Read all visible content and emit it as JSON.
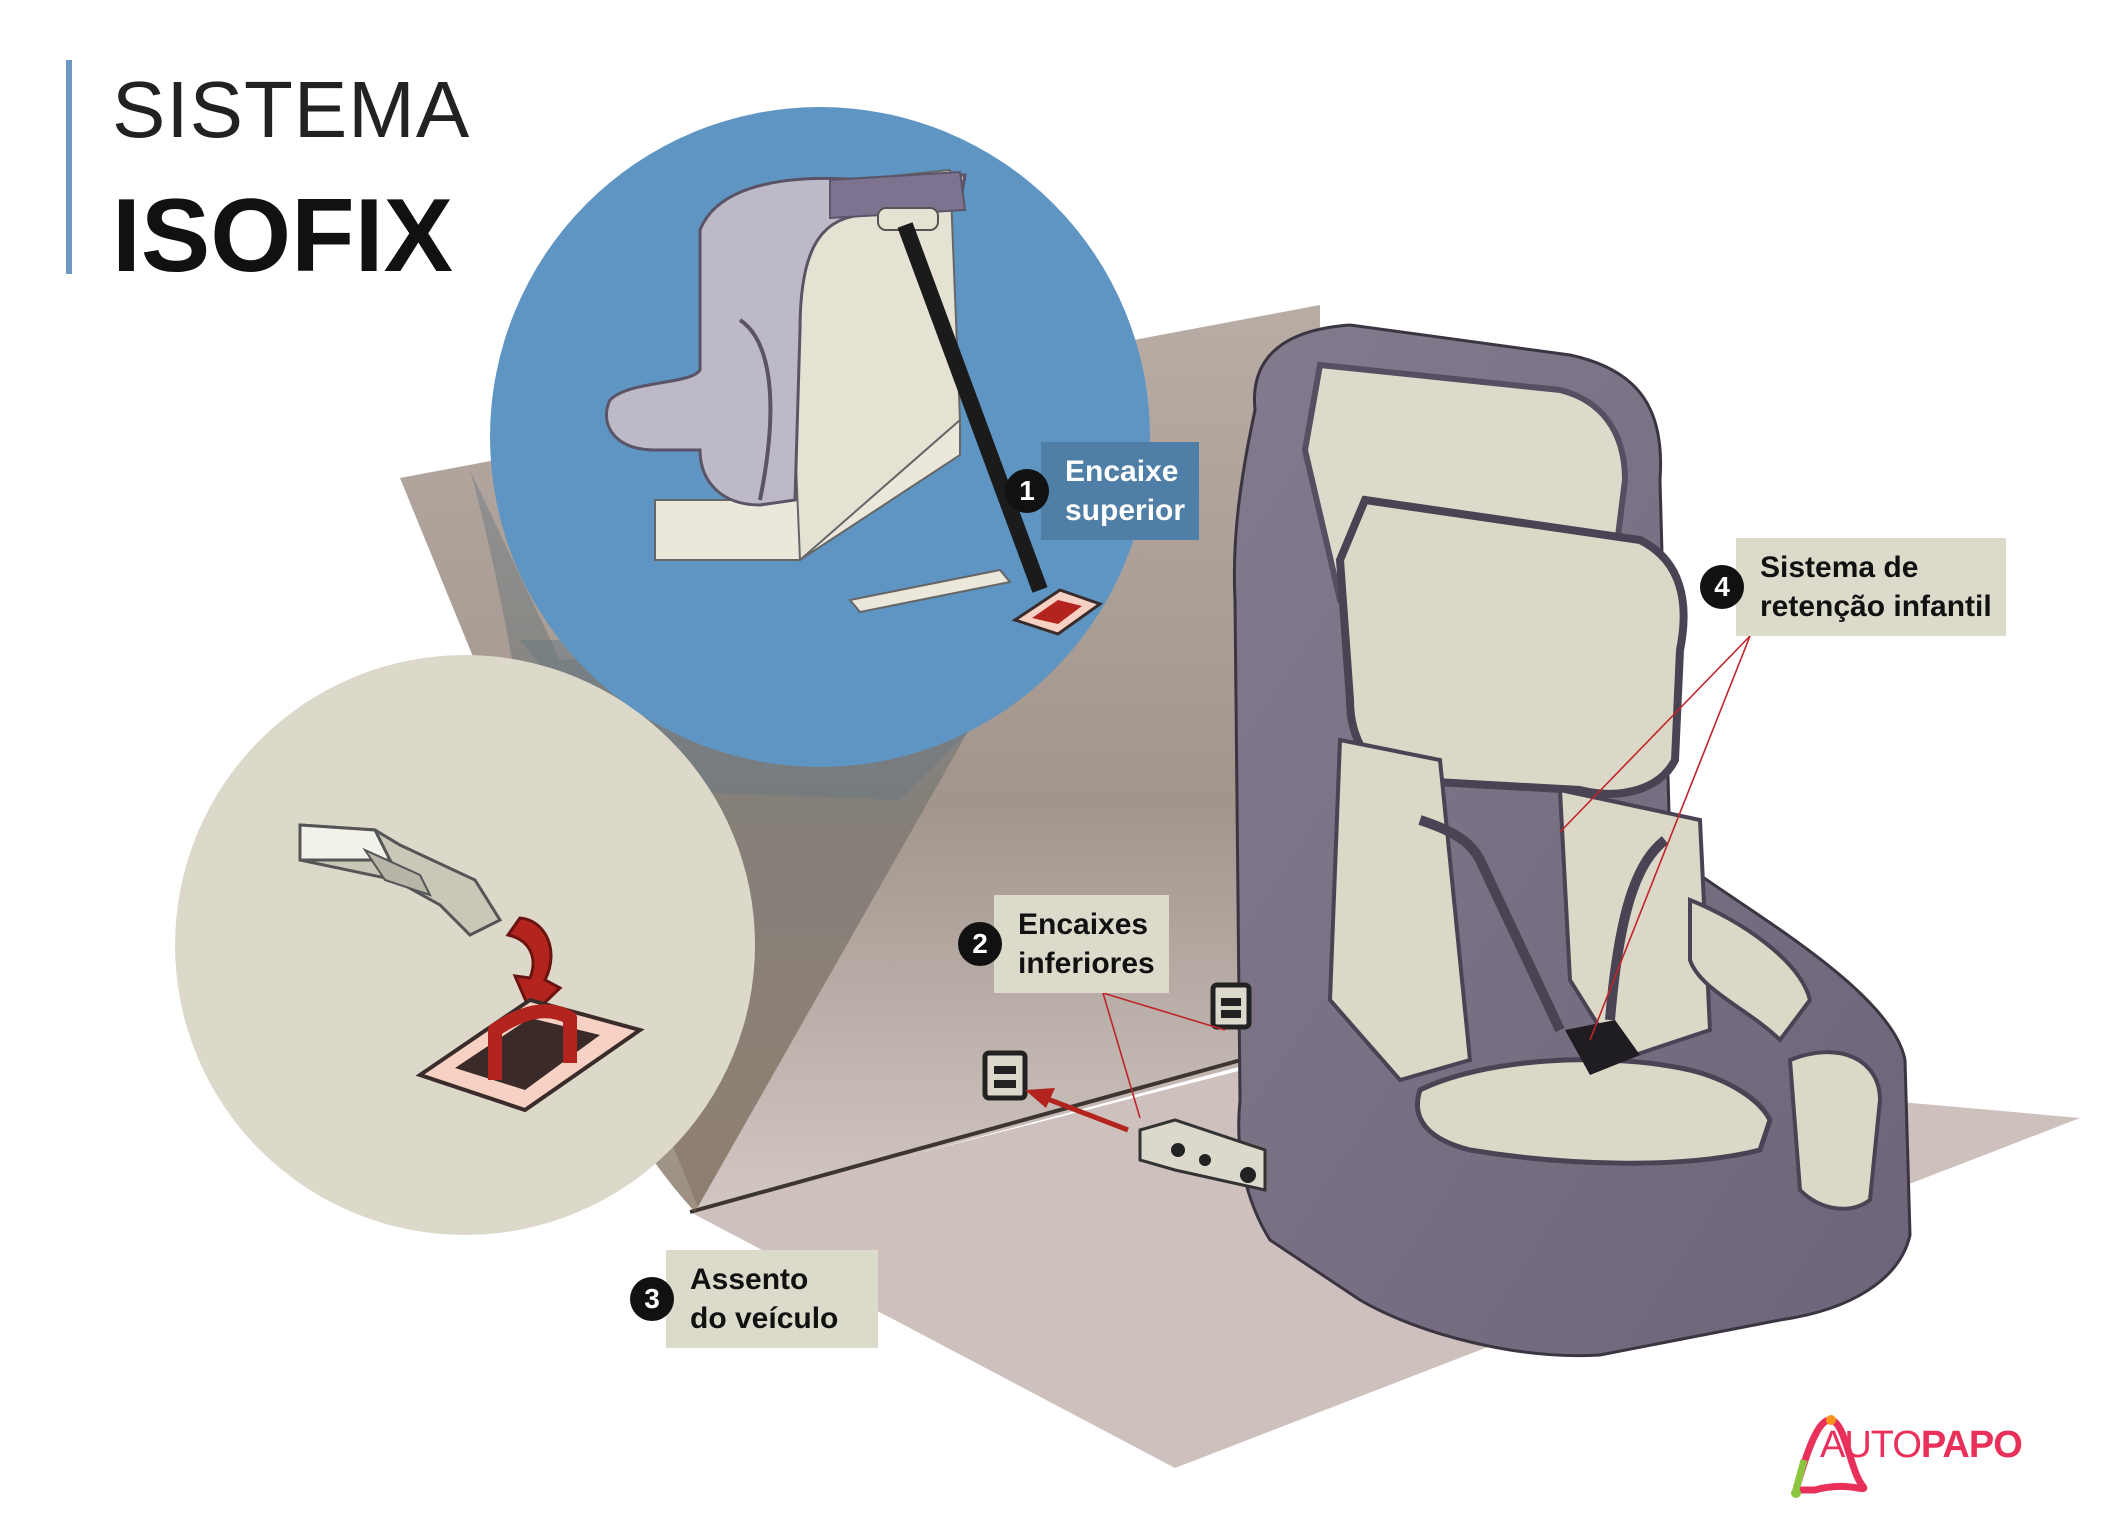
{
  "title": {
    "line1": "SISTEMA",
    "line2": "ISOFIX"
  },
  "callouts": [
    {
      "number": "1",
      "lines": [
        "Encaixe",
        "superior"
      ]
    },
    {
      "number": "2",
      "lines": [
        "Encaixes",
        "inferiores"
      ]
    },
    {
      "number": "3",
      "lines": [
        "Assento",
        "do veículo"
      ]
    },
    {
      "number": "4",
      "lines": [
        "Sistema de",
        "retenção infantil"
      ]
    }
  ],
  "brand": {
    "part1": "AUTO",
    "part2": "PAPO"
  },
  "colors": {
    "accent_blue": "#5f95c3",
    "seat_purple": "#756b80",
    "seat_cream": "#e0dccb",
    "anchor_red": "#b3241f",
    "brand_pink": "#e8305a"
  }
}
